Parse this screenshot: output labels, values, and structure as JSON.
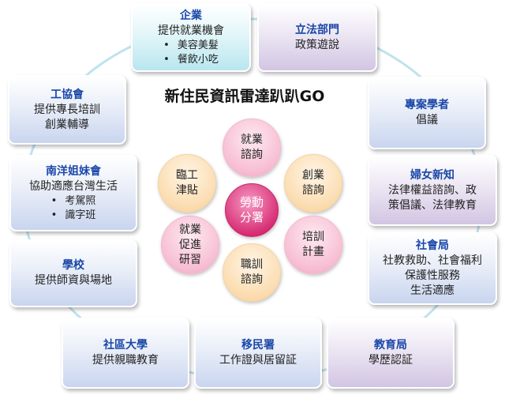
{
  "title": "新住民資訊雷達趴趴GO",
  "outer": [
    {
      "id": "enterprise",
      "title": "企業",
      "lines": [
        "提供就業機會"
      ],
      "bullets": [
        "美容美髮",
        "餐飲小吃"
      ]
    },
    {
      "id": "legislature",
      "title": "立法部門",
      "lines": [
        "政策遊說"
      ],
      "bullets": []
    },
    {
      "id": "scholars",
      "title": "專案學者",
      "lines": [
        "倡議"
      ],
      "bullets": []
    },
    {
      "id": "women",
      "title": "婦女新知",
      "lines": [
        "法律權益諮詢、政",
        "策倡議、法律教育"
      ],
      "bullets": []
    },
    {
      "id": "social",
      "title": "社會局",
      "lines": [
        "社教救助、社會福利",
        "保護性服務",
        "生活適應"
      ],
      "bullets": []
    },
    {
      "id": "education",
      "title": "教育局",
      "lines": [
        "學歷認証"
      ],
      "bullets": []
    },
    {
      "id": "immigration",
      "title": "移民署",
      "lines": [
        "工作證與居留証"
      ],
      "bullets": []
    },
    {
      "id": "community",
      "title": "社區大學",
      "lines": [
        "提供親職教育"
      ],
      "bullets": []
    },
    {
      "id": "school",
      "title": "學校",
      "lines": [
        "提供師資與場地"
      ],
      "bullets": []
    },
    {
      "id": "sisters",
      "title": "南洋姐妹會",
      "lines": [
        "協助適應台灣生活"
      ],
      "bullets": [
        "考駕照",
        "識字班"
      ]
    },
    {
      "id": "union",
      "title": "工協會",
      "lines": [
        "提供專長培訓",
        "創業輔導"
      ],
      "bullets": []
    }
  ],
  "hub": {
    "label": "勞動分署"
  },
  "petals": [
    {
      "id": "employment-consult",
      "label": "就業諮詢",
      "color": "pink"
    },
    {
      "id": "startup-consult",
      "label": "創業諮詢",
      "color": "peach"
    },
    {
      "id": "training-plan",
      "label": "培訓計畫",
      "color": "pink"
    },
    {
      "id": "vocational-consult",
      "label": "職訓諮詢",
      "color": "peach"
    },
    {
      "id": "employment-workshop",
      "label": "就業促進研習",
      "color": "pink"
    },
    {
      "id": "temp-allowance",
      "label": "臨工津貼",
      "color": "peach"
    }
  ],
  "colors": {
    "ring": "#bfe3ee",
    "titleText": "#1a47a8",
    "hub": "#d6286f"
  }
}
